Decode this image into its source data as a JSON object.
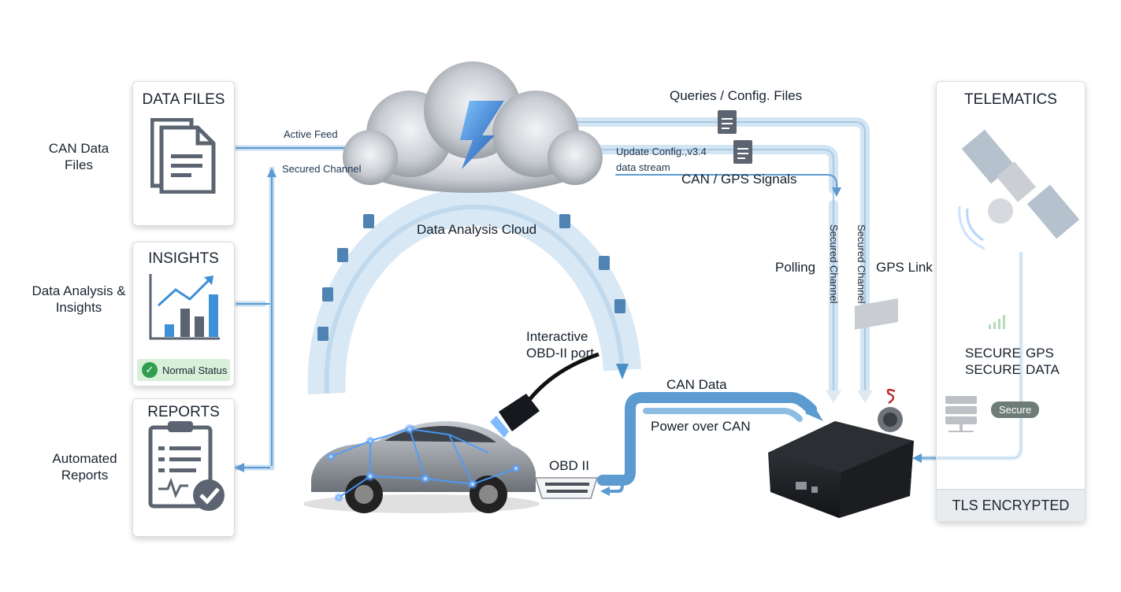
{
  "left_labels": {
    "data_files": "CAN Data Files",
    "insights": "Data Analysis & Insights",
    "reports": "Automated Reports"
  },
  "cards": {
    "data_files_title": "DATA FILES",
    "insights_title": "INSIGHTS",
    "insights_status": "Normal Status",
    "reports_title": "REPORTS",
    "telematics_title": "TELEMATICS",
    "telematics_footer": "TLS ENCRYPTED"
  },
  "flow_labels": {
    "active_feed": "Active Feed",
    "secured_channel_left": "Secured Channel",
    "queries_config": "Queries / Config. Files",
    "update_config": "Update Config.,v3.4",
    "data_stream": "data stream",
    "can_gps_signals": "CAN / GPS Signals",
    "data_analysis_cloud": "Data Analysis Cloud",
    "polling": "Polling",
    "secured_channel_v1": "Secured Channel",
    "secured_channel_v2": "Secured Channel",
    "gps_link": "GPS Link",
    "interactive_obd": "Interactive",
    "interactive_obd_2": "OBD-II port",
    "can_data": "CAN Data",
    "power_over_can": "Power over CAN",
    "obd_ii": "OBD II"
  },
  "telematics": {
    "secure_1": "SECURE",
    "secure_2": "SECURE",
    "gps": "GPS",
    "data": "DATA",
    "secure_badge": "Secure"
  },
  "colors": {
    "flow_blue": "#4a90c8",
    "flow_light": "#c9dff0",
    "status_green": "#2f9e4f",
    "car_glow": "#3d8bff"
  }
}
